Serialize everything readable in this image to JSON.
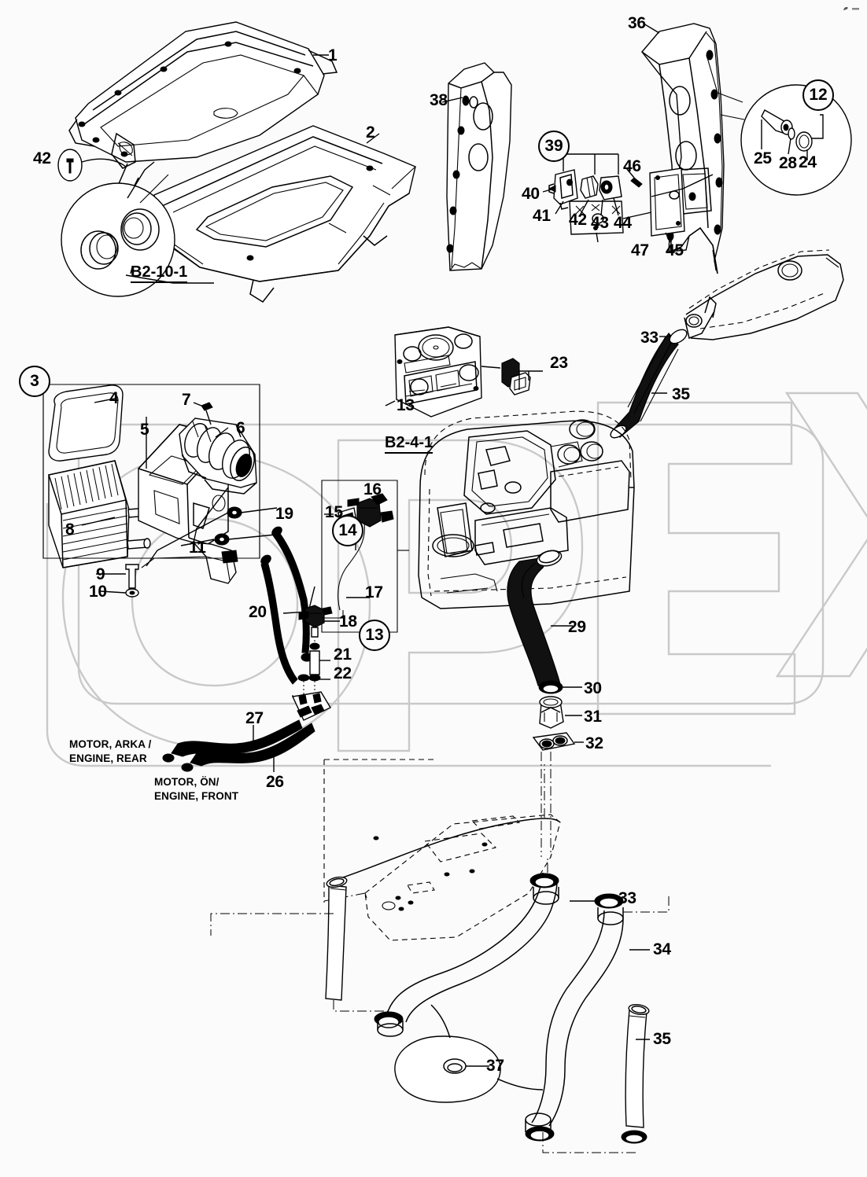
{
  "diagram": {
    "title": "Cab interior heating / air-conditioning and ducting parts diagram",
    "background_color": "#fbfbfb",
    "line_color": "#000000",
    "watermark_color": "#c9c9c9",
    "watermark_text": "OPEX"
  },
  "section_labels": [
    {
      "id": "b2-10-1",
      "text": "B2-10-1"
    },
    {
      "id": "b2-4-1",
      "text": "B2-4-1"
    }
  ],
  "text_blocks": [
    {
      "id": "engine-rear",
      "line1": "MOTOR, ARKA /",
      "line2": "ENGINE, REAR"
    },
    {
      "id": "engine-front",
      "line1": "MOTOR, ÖN/",
      "line2": "ENGINE, FRONT"
    }
  ],
  "circled_callouts": [
    {
      "id": "c3",
      "number": "3"
    },
    {
      "id": "c12",
      "number": "12"
    },
    {
      "id": "c13",
      "number": "13"
    },
    {
      "id": "c14",
      "number": "14"
    },
    {
      "id": "c39",
      "number": "39"
    }
  ],
  "part_numbers": [
    {
      "id": "p1",
      "number": "1"
    },
    {
      "id": "p2",
      "number": "2"
    },
    {
      "id": "p4",
      "number": "4"
    },
    {
      "id": "p5",
      "number": "5"
    },
    {
      "id": "p6",
      "number": "6"
    },
    {
      "id": "p7",
      "number": "7"
    },
    {
      "id": "p8",
      "number": "8"
    },
    {
      "id": "p9",
      "number": "9"
    },
    {
      "id": "p10",
      "number": "10"
    },
    {
      "id": "p11",
      "number": "11"
    },
    {
      "id": "p13a",
      "number": "13"
    },
    {
      "id": "p15",
      "number": "15"
    },
    {
      "id": "p16",
      "number": "16"
    },
    {
      "id": "p17",
      "number": "17"
    },
    {
      "id": "p18",
      "number": "18"
    },
    {
      "id": "p19",
      "number": "19"
    },
    {
      "id": "p20",
      "number": "20"
    },
    {
      "id": "p21",
      "number": "21"
    },
    {
      "id": "p22",
      "number": "22"
    },
    {
      "id": "p23",
      "number": "23"
    },
    {
      "id": "p24",
      "number": "24"
    },
    {
      "id": "p25",
      "number": "25"
    },
    {
      "id": "p26",
      "number": "26"
    },
    {
      "id": "p27",
      "number": "27"
    },
    {
      "id": "p28",
      "number": "28"
    },
    {
      "id": "p29",
      "number": "29"
    },
    {
      "id": "p30",
      "number": "30"
    },
    {
      "id": "p31",
      "number": "31"
    },
    {
      "id": "p32",
      "number": "32"
    },
    {
      "id": "p33a",
      "number": "33"
    },
    {
      "id": "p33b",
      "number": "33"
    },
    {
      "id": "p34",
      "number": "34"
    },
    {
      "id": "p35a",
      "number": "35"
    },
    {
      "id": "p35b",
      "number": "35"
    },
    {
      "id": "p36",
      "number": "36"
    },
    {
      "id": "p37",
      "number": "37"
    },
    {
      "id": "p38",
      "number": "38"
    },
    {
      "id": "p40",
      "number": "40"
    },
    {
      "id": "p41",
      "number": "41"
    },
    {
      "id": "p42a",
      "number": "42"
    },
    {
      "id": "p42b",
      "number": "42"
    },
    {
      "id": "p43",
      "number": "43"
    },
    {
      "id": "p44",
      "number": "44"
    },
    {
      "id": "p45",
      "number": "45"
    },
    {
      "id": "p46",
      "number": "46"
    },
    {
      "id": "p47",
      "number": "47"
    }
  ]
}
